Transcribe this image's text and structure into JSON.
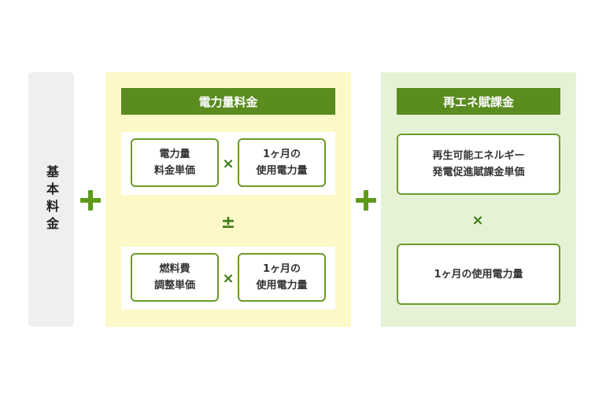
{
  "base_fee": {
    "label": "基本料金"
  },
  "power_charge": {
    "title": "電力量料金",
    "row1": {
      "left": "電力量\n料金単価",
      "operator": "×",
      "right": "1ヶ月の\n使用電力量"
    },
    "middle_operator": "±",
    "row2": {
      "left": "燃料費\n調整単価",
      "operator": "×",
      "right": "1ヶ月の\n使用電力量"
    }
  },
  "renewable_levy": {
    "title": "再エネ賦課金",
    "unit_price": "再生可能エネルギー\n発電促進賦課金単価",
    "operator": "×",
    "usage": "1ヶ月の使用電力量"
  },
  "operators": {
    "plus_1": "plus-icon",
    "plus_2": "plus-icon"
  },
  "colors": {
    "header_green": "#5a8c1f",
    "box_border": "#6b9a2c",
    "yellow_panel": "#fcf8c8",
    "green_panel": "#e6f2d6",
    "base_panel": "#efefef",
    "operator_green": "#5e9a1a"
  }
}
